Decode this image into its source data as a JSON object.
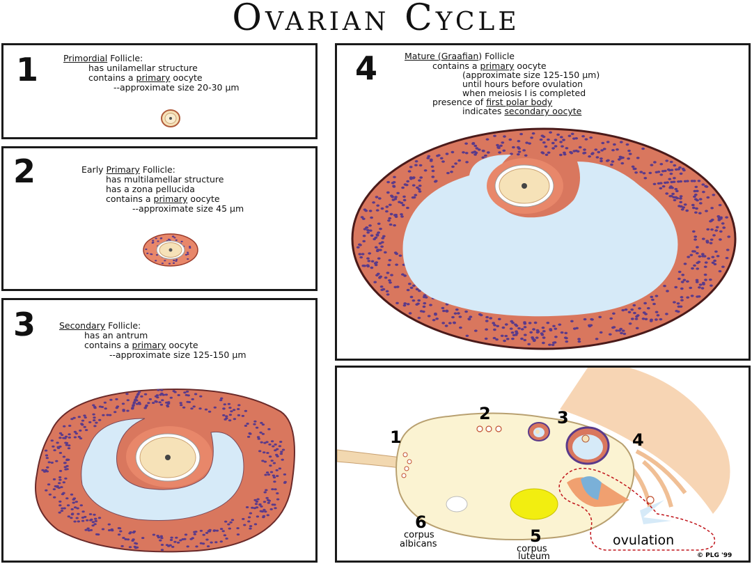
{
  "title": "Ovarian Cycle",
  "panel1": {
    "number": "1",
    "heading_term": "Primordial",
    "heading_rest": " Follicle:",
    "line1": "has unilamellar structure",
    "line2_pre": "contains a ",
    "line2_term": "primary",
    "line2_post": " oocyte",
    "line3": "--approximate size 20-30 µm"
  },
  "panel2": {
    "number": "2",
    "heading_pre": "Early ",
    "heading_term": "Primary",
    "heading_rest": " Follicle:",
    "line1": "has multilamellar structure",
    "line2": "has a zona pellucida",
    "line3_pre": "contains a ",
    "line3_term": "primary",
    "line3_post": " oocyte",
    "line4": "--approximate size 45 µm"
  },
  "panel3": {
    "number": "3",
    "heading_term": "Secondary",
    "heading_rest": " Follicle:",
    "line1": "has an antrum",
    "line2_pre": "contains a ",
    "line2_term": "primary",
    "line2_post": " oocyte",
    "line3": "--approximate size 125-150 µm"
  },
  "panel4": {
    "number": "4",
    "heading_pre": "Mature (",
    "heading_term": "Graafian",
    "heading_rest": ") Follicle",
    "line1_pre": "contains a ",
    "line1_term": "primary",
    "line1_post": " oocyte",
    "line2": "(approximate size 125-150 µm)",
    "line3": "until hours before ovulation",
    "line4": "when meiosis I is completed",
    "line5_pre": "presence of ",
    "line5_term": "first polar body",
    "line6_pre": "indicates ",
    "line6_term": "secondary oocyte"
  },
  "panel5": {
    "labels": {
      "n1": "1",
      "n2": "2",
      "n3": "3",
      "n4": "4",
      "n5": "5",
      "n6": "6",
      "corpus_luteum_1": "corpus",
      "corpus_luteum_2": "luteum",
      "corpus_albicans_1": "corpus",
      "corpus_albicans_2": "albicans",
      "ovulation": "ovulation",
      "copyright": "© PLG '99"
    }
  },
  "colors": {
    "granulosa": "#e8876a",
    "theca": "#d9775e",
    "cell_dots": "#5a3a8a",
    "antrum": "#d6eaf8",
    "oocyte": "#f6e2b8",
    "ovary": "#fbf3d2",
    "corpus_luteum": "#f2ee10",
    "tube": "#f7d3b0",
    "ovulation_outline": "#c0141a"
  }
}
